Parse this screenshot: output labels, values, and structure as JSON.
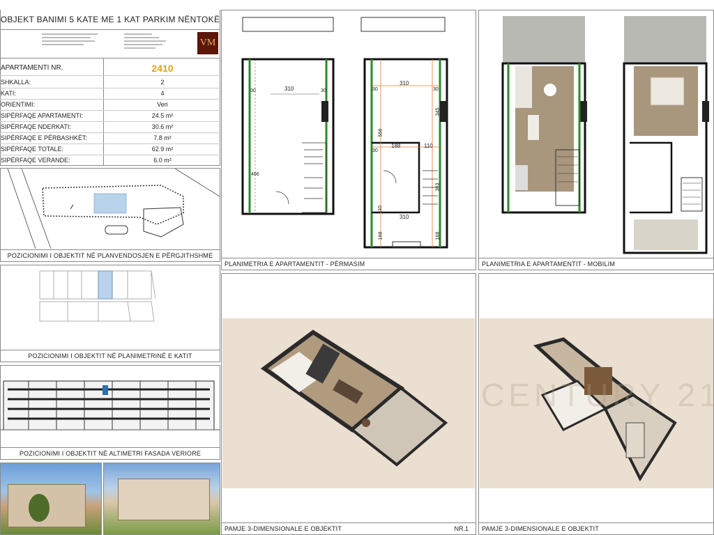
{
  "header": {
    "title": "OBJEKT BANIMI 5 KATE ME 1 KAT PARKIM NËNTOKË",
    "logo_text": "VM"
  },
  "specs": [
    {
      "label": "APARTAMENTI NR.",
      "value": "2410"
    },
    {
      "label": "SHKALLA:",
      "value": "2"
    },
    {
      "label": "KATI:",
      "value": "4"
    },
    {
      "label": "ORIENTIMI:",
      "value": "Veri"
    },
    {
      "label": "SIPËRFAQE APARTAMENTI:",
      "value": "24.5 m²"
    },
    {
      "label": "SIPËRFAQE NDERKATI:",
      "value": "30.6 m²"
    },
    {
      "label": "SIPËRFAQE E PËRBASHKËT:",
      "value": "7.8 m²"
    },
    {
      "label": "SIPËRFAQE TOTALE:",
      "value": "62.9 m²"
    },
    {
      "label": "SIPËRFAQE VERANDE:",
      "value": "6.0 m²"
    }
  ],
  "captions": {
    "site": "POZICIONIMI I OBJEKTIT NË PLANVENDOSJEN E PËRGJITHSHME",
    "floor": "POZICIONIMI I OBJEKTIT NË PLANIMETRINË E KATIT",
    "facade": "POZICIONIMI I OBJEKTIT NË ALTIMETRI FASADA VERIORE",
    "plan_dims": "PLANIMETRIA E APARTAMENTIT - PËRMASIM",
    "plan_furn": "PLANIMETRIA E APARTAMENTIT - MOBILIM",
    "view1": "PAMJE 3-DIMENSIONALE E OBJEKTIT",
    "view1_nr": "NR.1",
    "view2": "PAMJE 3-DIMENSIONALE E OBJEKTIT"
  },
  "dimensions": {
    "d310": "310",
    "d30": "30",
    "d466": "466",
    "d556": "556",
    "d345": "345",
    "d188": "188",
    "d110": "110",
    "d303": "303",
    "d168": "168"
  },
  "watermark": "CENTURY 21",
  "colors": {
    "accent": "#e3a21a",
    "wall": "#2a2a2a",
    "floor_wood": "#a8967d",
    "beige_bg": "#eadfd0"
  }
}
